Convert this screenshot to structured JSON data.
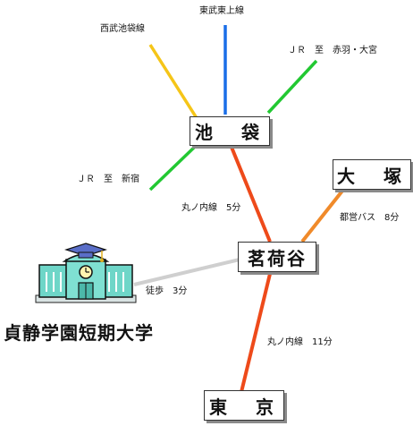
{
  "colors": {
    "tobu_tojo": "#1a6ee8",
    "seibu_ikebukuro": "#f5c518",
    "jr": "#22c832",
    "marunouchi": "#ee4a1a",
    "toei_bus": "#f08a2a",
    "walk": "#cfcfcf"
  },
  "lines": {
    "tobu_tojo": "東武東上線",
    "seibu_ikebukuro": "西武池袋線",
    "jr_akabane": "ＪＲ　至　赤羽・大宮",
    "jr_shinjuku": "ＪＲ　至　新宿",
    "marunouchi_ikebukuro": "丸ノ内線　5分",
    "toei_bus": "都営バス　8分",
    "walk": "徒歩　3分",
    "marunouchi_tokyo": "丸ノ内線　11分"
  },
  "stations": {
    "ikebukuro": "池　袋",
    "otsuka": "大　塚",
    "myogadani": "茗荷谷",
    "tokyo": "東　京"
  },
  "college": {
    "name": "貞静学園短期大学",
    "icon": "school-building-icon"
  }
}
